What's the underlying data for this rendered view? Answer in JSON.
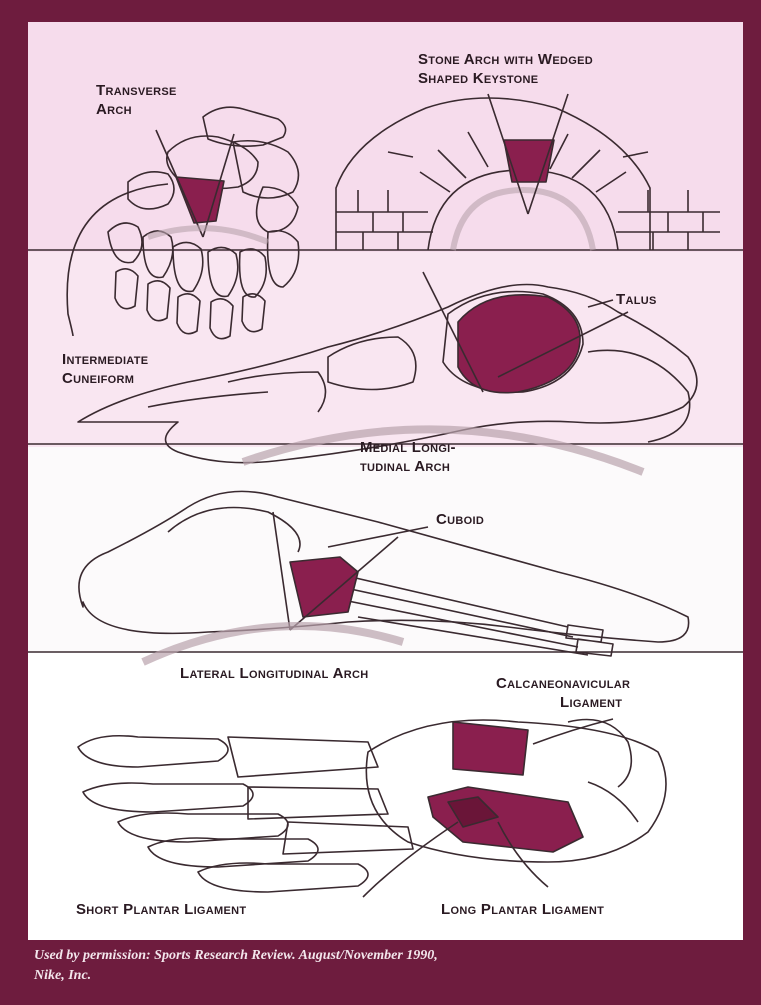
{
  "labels": {
    "transverse_arch": [
      "Transverse",
      "Arch"
    ],
    "stone_arch": [
      "Stone Arch with Wedged",
      "Shaped Keystone"
    ],
    "talus": "Talus",
    "intermediate_cuneiform": [
      "Intermediate",
      "Cuneiform"
    ],
    "medial_arch": [
      "Medial Longi-",
      "tudinal Arch"
    ],
    "cuboid": "Cuboid",
    "lateral_arch": "Lateral Longitudinal Arch",
    "calcaneonavicular": [
      "Calcaneonavicular",
      "Ligament"
    ],
    "short_plantar": "Short Plantar Ligament",
    "long_plantar": "Long Plantar Ligament"
  },
  "credit": [
    "Used by permission: Sports Research Review. August/November 1990,",
    "Nike, Inc."
  ],
  "colors": {
    "frame": "#6e1c3e",
    "highlight": "#8a1f4e",
    "bone_outline": "#3a2a30",
    "band_pink": "#f6dcec"
  }
}
